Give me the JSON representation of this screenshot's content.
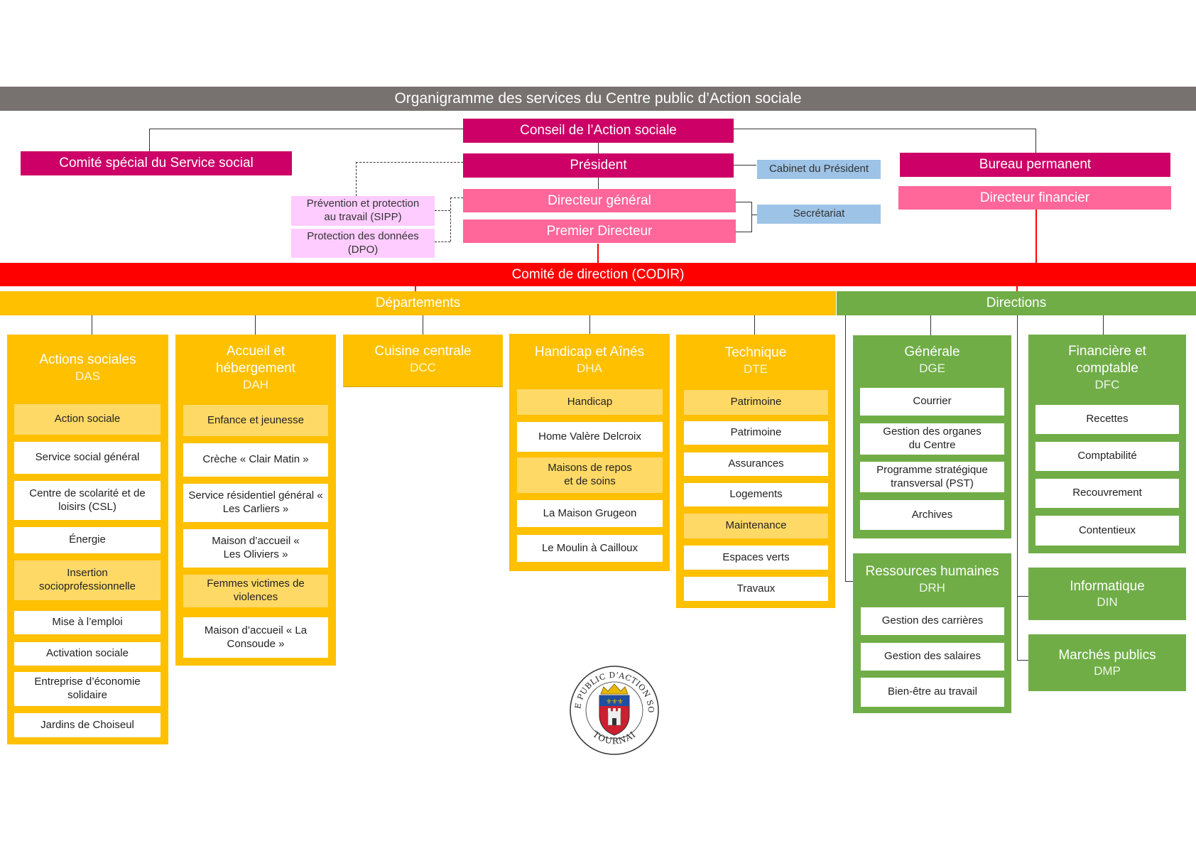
{
  "title": "Organigramme des services du Centre public d’Action sociale",
  "conseil": "Conseil de l’Action sociale",
  "comite_special": "Comité spécial du Service social",
  "president": "Président",
  "cabinet": "Cabinet du Président",
  "bureau": "Bureau permanent",
  "directeur_general": "Directeur général",
  "premier_directeur": "Premier Directeur",
  "directeur_financier": "Directeur financier",
  "secretariat": "Secrétariat",
  "sipp": "Prévention et protection au travail (SIPP)",
  "dpo": "Protection des données (DPO)",
  "codir": "Comité de direction (CODIR)",
  "departements": "Départements",
  "directions": "Directions",
  "das": {
    "title": "Actions sociales",
    "code": "DAS",
    "items": [
      "Action sociale",
      "Service social général",
      "Centre de scolarité et de loisirs (CSL)",
      "Énergie",
      "Insertion socioprofessionnelle",
      "Mise à l’emploi",
      "Activation sociale",
      "Entreprise d’économie solidaire",
      "Jardins de Choiseul"
    ]
  },
  "dah": {
    "title": "Accueil et hébergement",
    "code": "DAH",
    "items": [
      "Enfance et jeunesse",
      "Crèche « Clair Matin »",
      "Service résidentiel général « Les Carliers »",
      "Maison d’accueil « Les Oliviers »",
      "Femmes victimes de violences",
      "Maison d’accueil « La Consoude »"
    ]
  },
  "dcc": {
    "title": "Cuisine centrale",
    "code": "DCC"
  },
  "dha": {
    "title": "Handicap et Aînés",
    "code": "DHA",
    "items": [
      "Handicap",
      "Home Valère Delcroix",
      "Maisons de repos et de soins",
      "La Maison Grugeon",
      "Le Moulin à Cailloux"
    ]
  },
  "dte": {
    "title": "Technique",
    "code": "DTE",
    "items": [
      "Patrimoine",
      "Patrimoine",
      "Assurances",
      "Logements",
      "Maintenance",
      "Espaces verts",
      "Travaux"
    ]
  },
  "dge": {
    "title": "Générale",
    "code": "DGE",
    "items": [
      "Courrier",
      "Gestion des organes du Centre",
      "Programme stratégique transversal (PST)",
      "Archives"
    ]
  },
  "drh": {
    "title": "Ressources humaines",
    "code": "DRH",
    "items": [
      "Gestion des carrières",
      "Gestion des salaires",
      "Bien-être au travail"
    ]
  },
  "dfc": {
    "title": "Financière et comptable",
    "code": "DFC",
    "items": [
      "Recettes",
      "Comptabilité",
      "Recouvrement",
      "Contentieux"
    ]
  },
  "din": {
    "title": "Informatique",
    "code": "DIN"
  },
  "dmp": {
    "title": "Marchés publics",
    "code": "DMP"
  },
  "logo": {
    "ring_text": "CENTRE PUBLIC D’ACTION SOCIALE",
    "city": "TOURNAI"
  },
  "colors": {
    "header": "#777270",
    "magenta": "#cc0066",
    "pink": "#ff6699",
    "light_pink": "#ffccff",
    "light_blue": "#9dc3e6",
    "codir": "#ff0000",
    "departements": "#ffc000",
    "directions": "#70ad47",
    "highlight": "#ffd966"
  }
}
